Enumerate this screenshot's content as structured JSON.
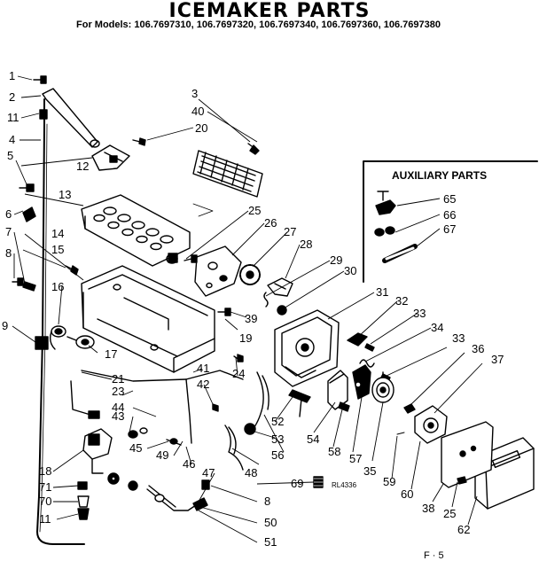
{
  "title": "ICEMAKER PARTS",
  "models": "For Models: 106.7697310, 106.7697320, 106.7697340, 106.7697360, 106.7697380",
  "auxiliary_title": "AUXILIARY PARTS",
  "drawing_number": "RL4336",
  "corner_mark": "F · 5",
  "callouts": [
    {
      "id": "c1",
      "label": "1"
    },
    {
      "id": "c2",
      "label": "2"
    },
    {
      "id": "c11a",
      "label": "11"
    },
    {
      "id": "c4",
      "label": "4"
    },
    {
      "id": "c5",
      "label": "5"
    },
    {
      "id": "c6",
      "label": "6"
    },
    {
      "id": "c7",
      "label": "7"
    },
    {
      "id": "c8a",
      "label": "8"
    },
    {
      "id": "c9",
      "label": "9"
    },
    {
      "id": "c12",
      "label": "12"
    },
    {
      "id": "c13",
      "label": "13"
    },
    {
      "id": "c14",
      "label": "14"
    },
    {
      "id": "c15",
      "label": "15"
    },
    {
      "id": "c16",
      "label": "16"
    },
    {
      "id": "c17",
      "label": "17"
    },
    {
      "id": "c3a",
      "label": "3"
    },
    {
      "id": "c40",
      "label": "40"
    },
    {
      "id": "c20",
      "label": "20"
    },
    {
      "id": "c25a",
      "label": "25"
    },
    {
      "id": "c26",
      "label": "26"
    },
    {
      "id": "c27",
      "label": "27"
    },
    {
      "id": "c28",
      "label": "28"
    },
    {
      "id": "c29",
      "label": "29"
    },
    {
      "id": "c30",
      "label": "30"
    },
    {
      "id": "c31",
      "label": "31"
    },
    {
      "id": "c32",
      "label": "32"
    },
    {
      "id": "c33a",
      "label": "33"
    },
    {
      "id": "c34",
      "label": "34"
    },
    {
      "id": "c33b",
      "label": "33"
    },
    {
      "id": "c36",
      "label": "36"
    },
    {
      "id": "c37",
      "label": "37"
    },
    {
      "id": "c39",
      "label": "39"
    },
    {
      "id": "c19",
      "label": "19"
    },
    {
      "id": "c41",
      "label": "41"
    },
    {
      "id": "c42",
      "label": "42"
    },
    {
      "id": "c24",
      "label": "24"
    },
    {
      "id": "c21",
      "label": "21"
    },
    {
      "id": "c23",
      "label": "23"
    },
    {
      "id": "c44",
      "label": "44"
    },
    {
      "id": "c43",
      "label": "43"
    },
    {
      "id": "c45",
      "label": "45"
    },
    {
      "id": "c49",
      "label": "49"
    },
    {
      "id": "c46",
      "label": "46"
    },
    {
      "id": "c47",
      "label": "47"
    },
    {
      "id": "c48",
      "label": "48"
    },
    {
      "id": "c52",
      "label": "52"
    },
    {
      "id": "c53",
      "label": "53"
    },
    {
      "id": "c56",
      "label": "56"
    },
    {
      "id": "c54",
      "label": "54"
    },
    {
      "id": "c58",
      "label": "58"
    },
    {
      "id": "c57",
      "label": "57"
    },
    {
      "id": "c35",
      "label": "35"
    },
    {
      "id": "c59",
      "label": "59"
    },
    {
      "id": "c60",
      "label": "60"
    },
    {
      "id": "c38",
      "label": "38"
    },
    {
      "id": "c25b",
      "label": "25"
    },
    {
      "id": "c62",
      "label": "62"
    },
    {
      "id": "c18",
      "label": "18"
    },
    {
      "id": "c71",
      "label": "71"
    },
    {
      "id": "c70",
      "label": "70"
    },
    {
      "id": "c11b",
      "label": "11"
    },
    {
      "id": "c69",
      "label": "69"
    },
    {
      "id": "c8b",
      "label": "8"
    },
    {
      "id": "c50",
      "label": "50"
    },
    {
      "id": "c51",
      "label": "51"
    },
    {
      "id": "c65",
      "label": "65"
    },
    {
      "id": "c66",
      "label": "66"
    },
    {
      "id": "c67",
      "label": "67"
    }
  ]
}
